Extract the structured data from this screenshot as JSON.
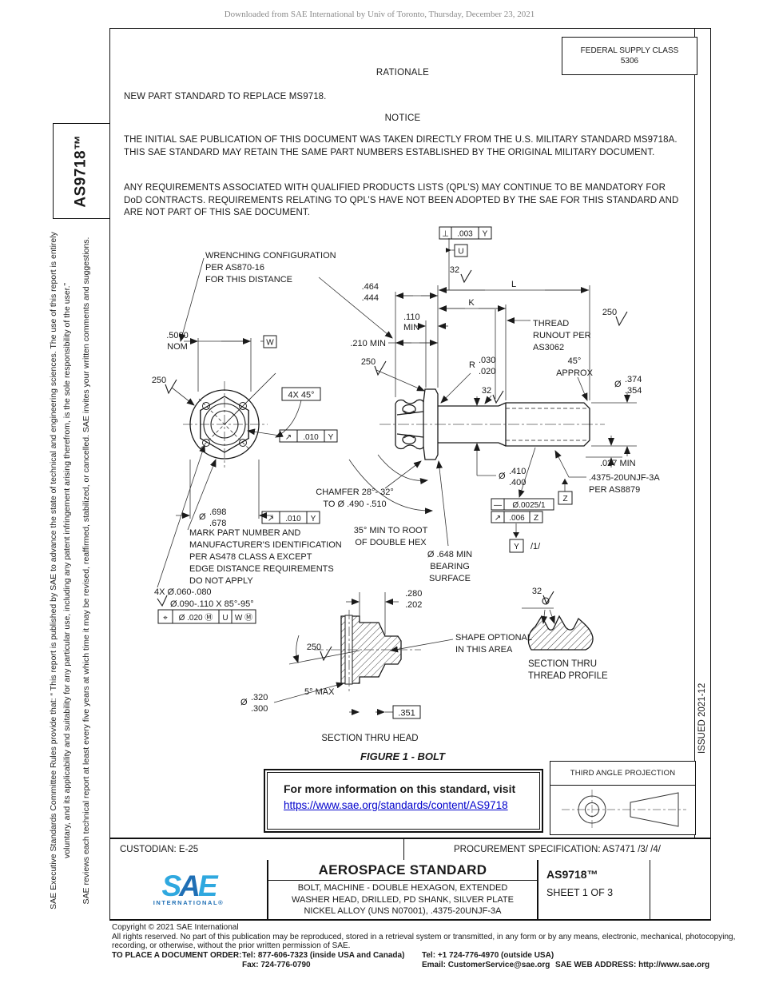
{
  "watermark": "Downloaded from SAE International by Univ of Toronto, Thursday, December 23, 2021",
  "colors": {
    "link_blue": "#0000cc",
    "sae_light_blue": "#2FA8DF",
    "sae_dark_blue": "#1F6FB5"
  },
  "sidebar": {
    "doc_number_vertical": "AS9718™",
    "disclaimer1": "SAE Executive Standards Committee Rules provide that: “ This report is published by SAE to advance the state of technical and engineering sciences. The use of this report is entirely voluntary, and its applicability and suitability for any particular use, including any patent infringement arising therefrom, is the sole responsibility of the user.”",
    "disclaimer2": "SAE reviews each technical report at least every five years at which time it may be revised, reaffirmed, stabilized, or cancelled. SAE invites your written comments and suggestions."
  },
  "issued_vertical": "ISSUED 2021-12",
  "header": {
    "federal_supply_class_line1": "FEDERAL SUPPLY CLASS",
    "federal_supply_class_line2": "5306",
    "rationale_heading": "RATIONALE",
    "rationale_body": "NEW PART STANDARD TO REPLACE MS9718.",
    "notice_heading": "NOTICE",
    "notice_para1": "THE INITIAL SAE PUBLICATION OF THIS DOCUMENT WAS TAKEN DIRECTLY FROM THE U.S. MILITARY STANDARD MS9718A. THIS SAE STANDARD MAY RETAIN THE SAME PART NUMBERS ESTABLISHED BY THE ORIGINAL MILITARY DOCUMENT.",
    "notice_para2": "ANY REQUIREMENTS ASSOCIATED WITH QUALIFIED PRODUCTS LISTS (QPL’S) MAY CONTINUE TO BE MANDATORY FOR DoD CONTRACTS. REQUIREMENTS RELATING TO QPL’S HAVE NOT BEEN ADOPTED BY THE SAE FOR THIS STANDARD AND ARE NOT PART OF THIS SAE DOCUMENT."
  },
  "drawing": {
    "wrench_1": "WRENCHING CONFIGURATION",
    "wrench_2": "PER AS870-16",
    "wrench_3": "FOR THIS DISTANCE",
    "dim_5000": ".5000",
    "dim_5000_sub": "NOM",
    "datum_w": "W",
    "fin_250": "250",
    "fin_32": "32",
    "fourx45": "4X 45°",
    "runout_sym": "↗",
    "runout_val": ".010",
    "runout_ref": "Y",
    "dia_sym": "Ø",
    "dia698_top": ".698",
    "dia698_bot": ".678",
    "mark_lines": [
      "MARK PART NUMBER AND",
      "MANUFACTURER'S IDENTIFICATION",
      "PER AS478 CLASS A EXCEPT",
      "EDGE DISTANCE REQUIREMENTS",
      "DO NOT APPLY"
    ],
    "holes_note1": "4X Ø.060-.080",
    "holes_note2": "Ø.090-.110 X 85°-95°",
    "pos_sym": "⌖",
    "pos_val": "Ø .020  Ⓜ",
    "pos_ref1": "U",
    "pos_ref2": "W Ⓜ",
    "dim464_top": ".464",
    "dim464_bot": ".444",
    "dim110_1": ".110",
    "dim110_2": "MIN",
    "dim210": ".210 MIN",
    "dim_L": "L",
    "dim_K": "K",
    "runout_note1": "THREAD",
    "runout_note2": "RUNOUT PER",
    "runout_note3": "AS3062",
    "deg45_1": "45°",
    "deg45_2": "APPROX",
    "r_sym": "R",
    "r030_top": ".030",
    "r030_bot": ".020",
    "dia374_top": ".374",
    "dia374_bot": ".354",
    "min027": ".027 MIN",
    "dia410_top": ".410",
    "dia410_bot": ".400",
    "thread_spec1": ".4375-20UNJF-3A",
    "thread_spec2": "PER AS8879",
    "datum_z": "Z",
    "straight_sym": "—",
    "straight_val": "Ø.0025/1",
    "ro2_val": ".006",
    "ro2_ref": "Z",
    "datum_y": "Y",
    "note_1": "/1/",
    "perp_sym": "⊥",
    "perp_val": ".003",
    "perp_ref": "Y",
    "datum_u": "U",
    "chamfer_1": "CHAMFER 28°- 32°",
    "chamfer_2": "TO Ø .490 -.510",
    "hex35_1": "35° MIN TO ROOT",
    "hex35_2": "OF DOUBLE HEX",
    "bearing_1": "Ø .648 MIN",
    "bearing_2": "BEARING",
    "bearing_3": "SURFACE",
    "dim280_top": ".280",
    "dim280_bot": ".202",
    "shape_1": "SHAPE OPTIONAL",
    "shape_2": "IN THIS AREA",
    "max5": "5° MAX",
    "dia320_top": ".320",
    "dia320_bot": ".300",
    "basic351": ".351",
    "section_head_caption": "SECTION THRU HEAD",
    "section_thread_cap1": "SECTION THRU",
    "section_thread_cap2": "THREAD PROFILE",
    "figure_caption": "FIGURE 1 - BOLT"
  },
  "info_box": {
    "line1": "For more information on this standard, visit",
    "link": "https://www.sae.org/standards/content/AS9718"
  },
  "projection_box": {
    "label": "THIRD ANGLE PROJECTION"
  },
  "custodian_bar": {
    "custodian": "CUSTODIAN: E-25",
    "procurement": "PROCUREMENT SPECIFICATION: AS7471 /3/ /4/"
  },
  "title_block": {
    "logo_s": "S",
    "logo_a": "A",
    "logo_e": "E",
    "logo_sub": "INTERNATIONAL®",
    "heading": "AEROSPACE STANDARD",
    "desc_1": "BOLT, MACHINE - DOUBLE HEXAGON, EXTENDED",
    "desc_2": "WASHER HEAD, DRILLED, PD SHANK, SILVER PLATE",
    "desc_3": "NICKEL ALLOY (UNS N07001), .4375-20UNJF-3A",
    "doc_number": "AS9718™",
    "sheet": "SHEET 1 OF 3"
  },
  "footer": {
    "copyright": "Copyright © 2021 SAE International",
    "rights_1": "All rights reserved. No part of this publication may be reproduced, stored in a retrieval system or transmitted, in any form or by any means, electronic, mechanical, photocopying,",
    "rights_2": "recording, or otherwise, without the prior written permission of SAE.",
    "order_label": "TO PLACE A DOCUMENT ORDER:",
    "tel_inside": "Tel: 877-606-7323 (inside USA and Canada)",
    "tel_outside": "Tel: +1 724-776-4970 (outside USA)",
    "fax": "Fax: 724-776-0790",
    "email": "Email: CustomerService@sae.org",
    "web": "SAE WEB ADDRESS: http://www.sae.org"
  }
}
